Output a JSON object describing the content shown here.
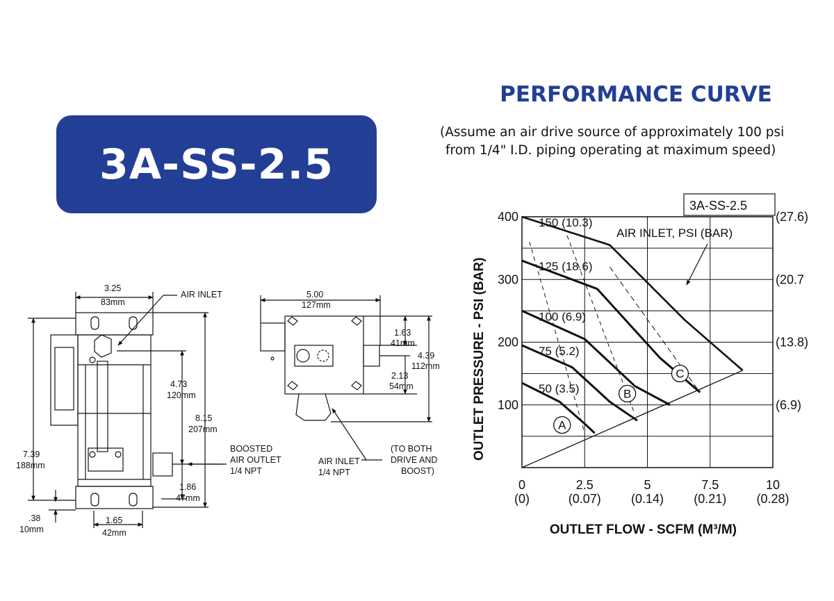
{
  "model": "3A-SS-2.5",
  "performance": {
    "title": "PERFORMANCE CURVE",
    "subtitle_line1": "(Assume an air drive source of approximately 100 psi",
    "subtitle_line2": "from 1/4\" I.D. piping operating at maximum speed)"
  },
  "chart_data": {
    "type": "line",
    "box_label": "3A-SS-2.5",
    "xlabel": "OUTLET FLOW - SCFM (M³/M)",
    "ylabel": "OUTLET PRESSURE - PSI (BAR)",
    "xlim": [
      0,
      10
    ],
    "ylim": [
      0,
      400
    ],
    "x_ticks": [
      {
        "v": 0,
        "label": "0",
        "sub": "(0)"
      },
      {
        "v": 2.5,
        "label": "2.5",
        "sub": "(0.07)"
      },
      {
        "v": 5,
        "label": "5",
        "sub": "(0.14)"
      },
      {
        "v": 7.5,
        "label": "7.5",
        "sub": "(0.21)"
      },
      {
        "v": 10,
        "label": "10",
        "sub": "(0.28)"
      }
    ],
    "y_ticks_left": [
      {
        "v": 100,
        "label": "100"
      },
      {
        "v": 200,
        "label": "200"
      },
      {
        "v": 300,
        "label": "300"
      },
      {
        "v": 400,
        "label": "400"
      }
    ],
    "y_ticks_right": [
      {
        "v": 100,
        "label": "(6.9)"
      },
      {
        "v": 200,
        "label": "(13.8)"
      },
      {
        "v": 300,
        "label": "(20.7"
      },
      {
        "v": 400,
        "label": "(27.6)"
      }
    ],
    "legend_title": "AIR INLET, PSI (BAR)",
    "series": [
      {
        "name": "50 (3.5)",
        "points": [
          [
            0,
            135
          ],
          [
            1.5,
            105
          ],
          [
            2.5,
            70
          ],
          [
            2.9,
            55
          ]
        ]
      },
      {
        "name": "75 (5.2)",
        "points": [
          [
            0,
            195
          ],
          [
            2,
            160
          ],
          [
            3.5,
            105
          ],
          [
            4.6,
            75
          ]
        ]
      },
      {
        "name": "100 (6.9)",
        "points": [
          [
            0,
            250
          ],
          [
            2.5,
            205
          ],
          [
            4.5,
            130
          ],
          [
            5.9,
            100
          ]
        ]
      },
      {
        "name": "125 (18.6)",
        "points": [
          [
            0,
            330
          ],
          [
            3,
            285
          ],
          [
            5.5,
            175
          ],
          [
            7.1,
            120
          ]
        ]
      },
      {
        "name": "150 (10.3)",
        "points": [
          [
            0,
            400
          ],
          [
            3.5,
            355
          ],
          [
            6.5,
            235
          ],
          [
            8.8,
            155
          ]
        ]
      }
    ],
    "duty_line": [
      [
        0,
        0
      ],
      [
        8.8,
        155
      ]
    ],
    "regions": [
      {
        "label": "A",
        "at": [
          1.6,
          68
        ]
      },
      {
        "label": "B",
        "at": [
          4.2,
          118
        ]
      },
      {
        "label": "C",
        "at": [
          6.3,
          150
        ]
      }
    ]
  },
  "drawing": {
    "air_inlet": "AIR INLET",
    "boosted_outlet": [
      "BOOSTED",
      "AIR OUTLET",
      "1/4 NPT"
    ],
    "side_air_inlet": [
      "AIR INLET",
      "1/4 NPT"
    ],
    "to_both": [
      "(TO BOTH",
      "DRIVE AND",
      "BOOST)"
    ],
    "dims": {
      "w325": [
        "3.25",
        "83mm"
      ],
      "h473": [
        "4.73",
        "120mm"
      ],
      "h815": [
        "8.15",
        "207mm"
      ],
      "h739": [
        "7.39",
        "188mm"
      ],
      "h186": [
        "1.86",
        "47mm"
      ],
      "h038": [
        ".38",
        "10mm"
      ],
      "w165": [
        "1.65",
        "42mm"
      ],
      "w500": [
        "5.00",
        "127mm"
      ],
      "h163": [
        "1.63",
        "41mm"
      ],
      "h439": [
        "4.39",
        "112mm"
      ],
      "h213": [
        "2.13",
        "54mm"
      ]
    }
  }
}
